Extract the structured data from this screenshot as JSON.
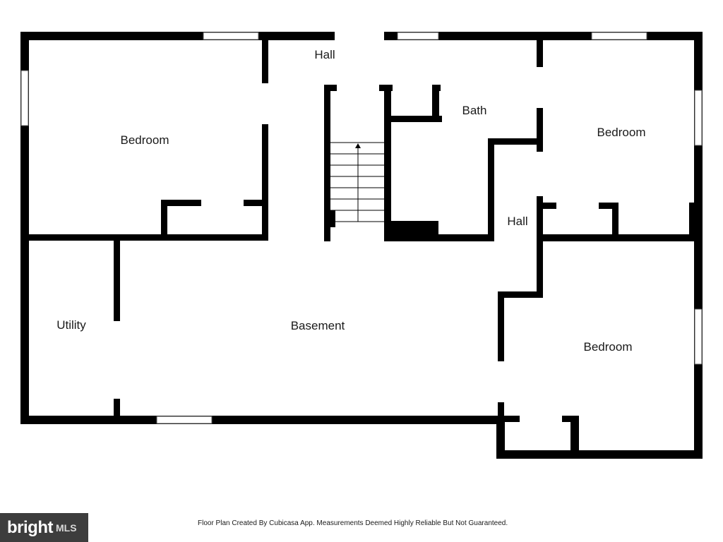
{
  "plan": {
    "rooms": [
      {
        "id": "bedroom-northwest",
        "label": "Bedroom"
      },
      {
        "id": "hall-top",
        "label": "Hall"
      },
      {
        "id": "bath",
        "label": "Bath"
      },
      {
        "id": "bedroom-northeast",
        "label": "Bedroom"
      },
      {
        "id": "hall-east",
        "label": "Hall"
      },
      {
        "id": "utility",
        "label": "Utility"
      },
      {
        "id": "basement",
        "label": "Basement"
      },
      {
        "id": "bedroom-southeast",
        "label": "Bedroom"
      }
    ]
  },
  "footer": {
    "note": "Floor Plan Created By Cubicasa App. Measurements Deemed Highly Reliable But Not Guaranteed.",
    "brand_word": "bright",
    "brand_suffix": "MLS"
  },
  "colors": {
    "wall": "#000000",
    "background": "#ffffff",
    "brand_bg": "#3d3d3d"
  }
}
